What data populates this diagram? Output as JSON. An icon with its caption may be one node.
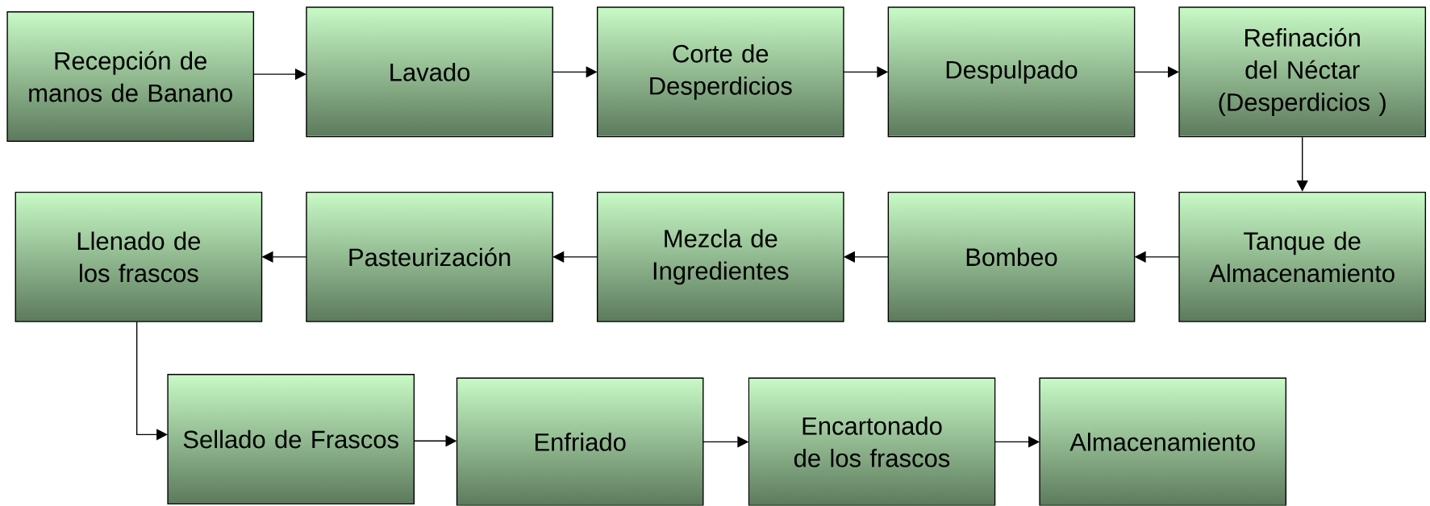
{
  "diagram": {
    "nodes": [
      {
        "text": [
          "Recepción de manos de Banano"
        ]
      },
      {
        "text": [
          "Lavado"
        ]
      },
      {
        "text": [
          "Corte de Desperdicios"
        ]
      },
      {
        "text": [
          "Despulpado"
        ]
      },
      {
        "text": [
          "Refinación del Néctar (Desperdicios )"
        ]
      },
      {
        "text": [
          "Tanque de Almacenamiento"
        ]
      },
      {
        "text": [
          "Bombeo"
        ]
      },
      {
        "text": [
          "Mezcla de Ingredientes"
        ]
      },
      {
        "text": [
          "Pasteurización"
        ]
      },
      {
        "text": [
          "Llenado de los frascos"
        ]
      },
      {
        "text": [
          "Sellado de Frascos"
        ]
      },
      {
        "text": [
          "Enfriado"
        ]
      },
      {
        "text": [
          "Encartonado de los frascos"
        ]
      },
      {
        "text": [
          "Almacenamiento"
        ]
      }
    ],
    "edges": [
      {
        "from": 0,
        "to": 1,
        "arrow": "to"
      },
      {
        "from": 1,
        "to": 2,
        "arrow": "to"
      },
      {
        "from": 2,
        "to": 3,
        "arrow": "to"
      },
      {
        "from": 3,
        "to": 4,
        "arrow": "to"
      },
      {
        "from": 4,
        "to": 5,
        "arrow": "to"
      },
      {
        "from": 5,
        "to": 6,
        "arrow": "to"
      },
      {
        "from": 6,
        "to": 7,
        "arrow": "to"
      },
      {
        "from": 7,
        "to": 8,
        "arrow": "to"
      },
      {
        "from": 8,
        "to": 9,
        "arrow": "to"
      },
      {
        "from": 9,
        "to": 10,
        "arrow": "to"
      },
      {
        "from": 10,
        "to": 11,
        "arrow": "to"
      },
      {
        "from": 11,
        "to": 12,
        "arrow": "to"
      },
      {
        "from": 12,
        "to": 13,
        "arrow": "to"
      }
    ]
  }
}
